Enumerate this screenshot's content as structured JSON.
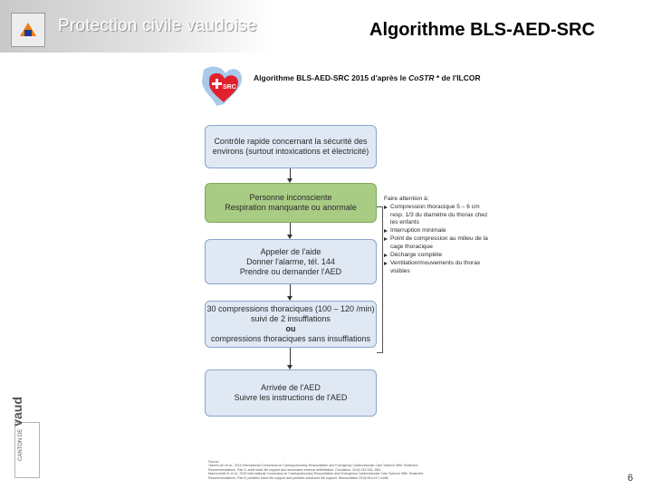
{
  "header": {
    "org_name": "Protection civile vaudoise",
    "slide_title": "Algorithme BLS-AED-SRC"
  },
  "colors": {
    "box_blue": "#dfe8f3",
    "box_blue_border": "#8aa6cc",
    "box_green": "#a8cc84",
    "heart_red": "#e0202e",
    "logo_orange": "#f07c16",
    "logo_blue": "#1e3c8c"
  },
  "document": {
    "logo_text": "SRC",
    "heading_bold": "Algorithme BLS-AED-SRC 2015 d'après le",
    "heading_italic": "CoSTR",
    "heading_rest": "* de l'ILCOR",
    "boxes": [
      {
        "lines": [
          "Contrôle rapide concernant la sécurité des",
          "environs (surtout intoxications et électricité)"
        ]
      },
      {
        "lines": [
          "Personne inconsciente",
          "Respiration manquante ou anormale"
        ]
      },
      {
        "lines": [
          "Appeler de l'aide",
          "Donner l'alarme, tél. 144",
          "Prendre ou demander l'AED"
        ]
      },
      {
        "line1": "30 compressions thoraciques (100 – 120 /min)",
        "line2": "suivi de 2 insufflations",
        "or": "ou",
        "line4": "compressions thoraciques sans insufflations"
      },
      {
        "lines": [
          "Arrivée de l'AED",
          "Suivre les instructions de l'AED"
        ]
      }
    ],
    "attention": {
      "title": "Faire attention à:",
      "items": [
        "Compression thoracique 5 – 6 cm resp. 1/3 du diamètre du thorax chez les enfants",
        "Interruption minimale",
        "Point de compression au milieu de la cage thoracique",
        "Décharge complète",
        "Ventilation/mouvements du thorax visibles"
      ]
    },
    "references": {
      "title": "Source :",
      "lines": [
        "Travers AH et al., 2015 International Consensus on Cardiopulmonary Resuscitation and Emergency Cardiovascular Care Science With Treatment",
        "Recommendations. Part 3: adult basic life support and automated external defibrillation. Circulation. 2015;132:S51–S83.",
        "Maconochie IK et al., 2015 International Consensus on Cardiopulmonary Resuscitation and Emergency Cardiovascular Care Science With Treatment",
        "Recommendations. Part 6: pediatric basic life support and pediatric advanced life support. Resuscitation 2015;95:e147–e168."
      ]
    }
  },
  "footer": {
    "canton_small": "CANTON DE",
    "canton_big": "vaud",
    "page_number": "6"
  }
}
